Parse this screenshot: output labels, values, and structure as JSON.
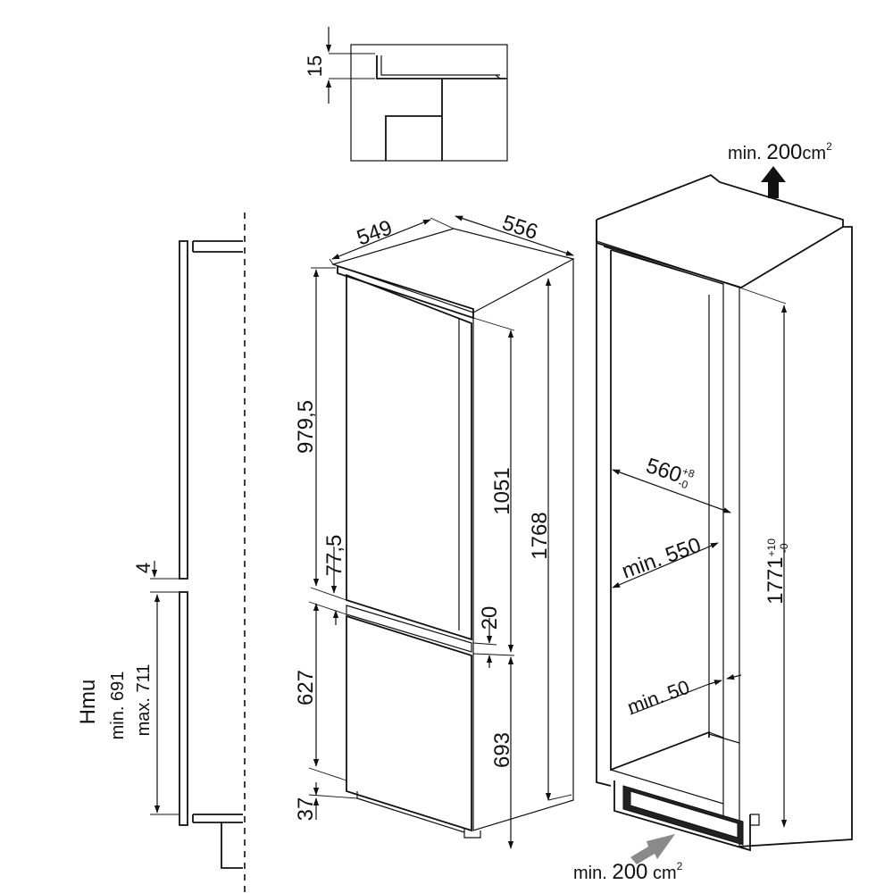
{
  "detail": {
    "dim_15": "15"
  },
  "side": {
    "gap_4": "4",
    "hmu_label": "Hmu",
    "hmu_min": "min. 691",
    "hmu_max": "max. 711"
  },
  "appliance": {
    "dim_549": "549",
    "dim_556": "556",
    "dim_979_5": "979,5",
    "dim_1051": "1051",
    "dim_1768": "1768",
    "dim_77_5": "77,5",
    "dim_20": "20",
    "dim_627": "627",
    "dim_693": "693",
    "dim_37": "37"
  },
  "niche": {
    "vent_top_prefix": "min. ",
    "vent_top_value": "200",
    "vent_top_unit": "cm",
    "vent_top_exp": "2",
    "dim_560": "560",
    "dim_560_tol_plus": "+8",
    "dim_560_tol_minus": "-0",
    "dim_min_550": "min. 550",
    "dim_1771": "1771",
    "dim_1771_tol_plus": "+10",
    "dim_1771_tol_minus": "-0",
    "dim_min_50": "min. 50",
    "vent_bottom_prefix": "min. ",
    "vent_bottom_value": "200",
    "vent_bottom_unit": " cm",
    "vent_bottom_exp": "2"
  },
  "colors": {
    "line": "#111111",
    "arrow_grey": "#8a8a8a",
    "background": "#ffffff"
  }
}
